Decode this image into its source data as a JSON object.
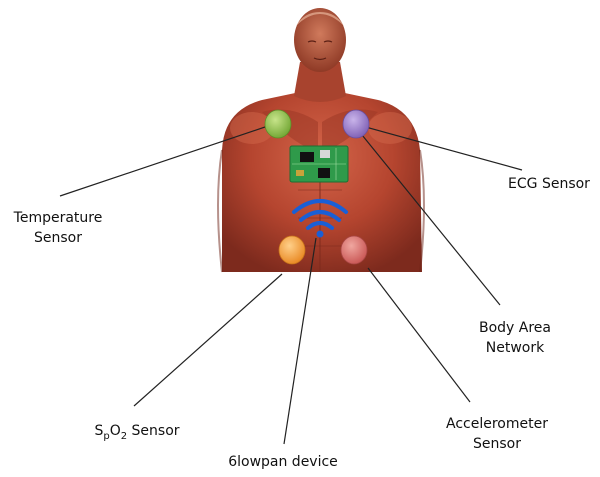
{
  "labels": {
    "temperature": [
      "Temperature",
      "Sensor"
    ],
    "ecg": "ECG Sensor",
    "body_area_network": [
      "Body Area",
      "Network"
    ],
    "spo2": {
      "s": "S",
      "p": "p",
      "o": "O",
      "two": "2",
      "rest": " Sensor"
    },
    "sixlowpan": "6lowpan device",
    "accelerometer": [
      "Accelerometer",
      "Sensor"
    ]
  },
  "colors": {
    "temperature_sensor": "#8bc34a",
    "ecg_sensor": "#9c7fc8",
    "spo2_sensor": "#f5a23a",
    "accelerometer_sensor": "#d9706f",
    "wireless_signal": "#1a5fd6",
    "circuit_board": "#2f9a4a",
    "muscle": "#b5452f",
    "leader_line": "#222222"
  },
  "icons": {
    "wireless": "wifi-signal-icon",
    "board": "circuit-board-icon"
  }
}
